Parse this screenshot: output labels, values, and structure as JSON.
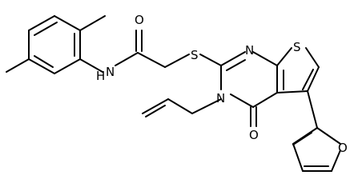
{
  "molecule": {
    "atom_labels": {
      "amide_oxygen": "O",
      "amide_nh": "N",
      "amide_h": "H",
      "thioether_sulfur": "S",
      "pyrimidine_n1": "N",
      "pyrimidine_n3": "N",
      "thiophene_sulfur": "S",
      "carbonyl_oxygen": "O",
      "furan_oxygen": "O"
    },
    "colors": {
      "bond": "#000000",
      "label": "#000000",
      "background": "#ffffff"
    }
  }
}
